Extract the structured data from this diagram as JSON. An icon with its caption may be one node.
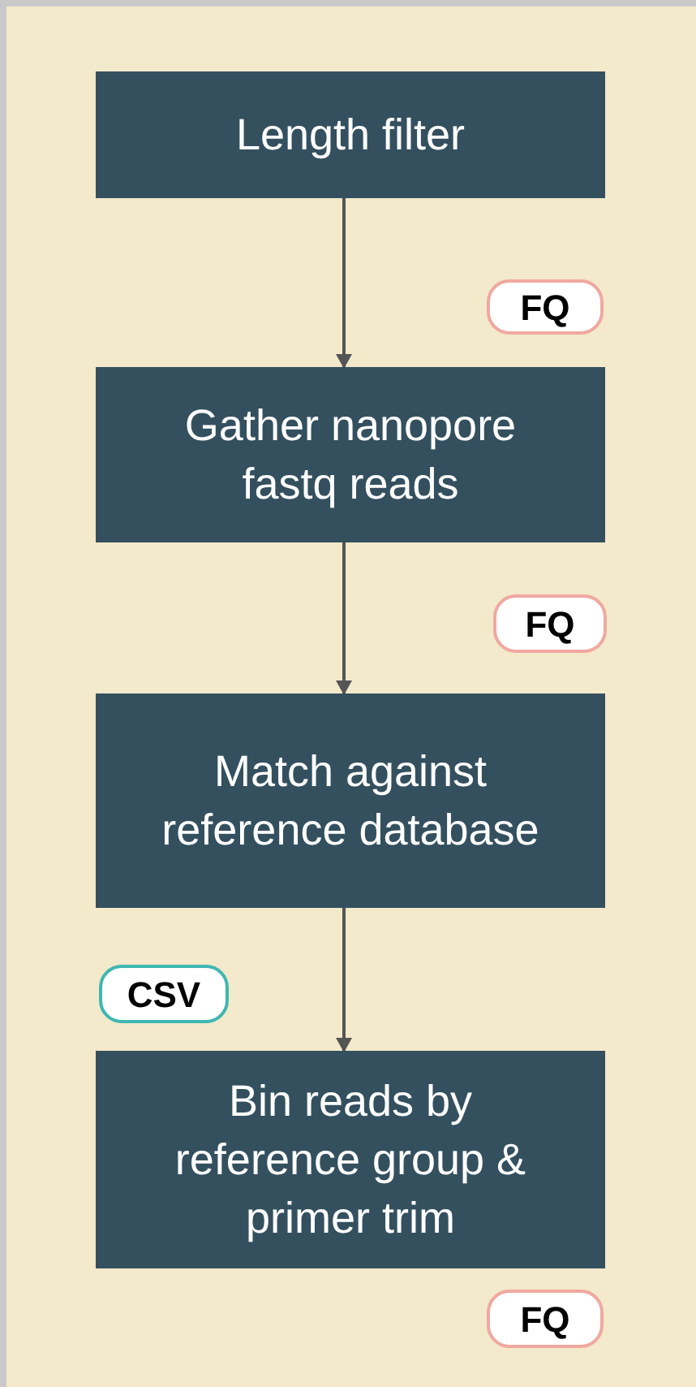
{
  "diagram": {
    "nodes": [
      {
        "text": [
          "Length filter"
        ]
      },
      {
        "text": [
          "FQ"
        ]
      },
      {
        "text": [
          "Gather nanopore fastq reads"
        ]
      },
      {
        "text": [
          "FQ"
        ]
      },
      {
        "text": [
          "Match against reference database"
        ]
      },
      {
        "text": [
          "CSV"
        ]
      },
      {
        "text": [
          "Bin reads by reference group & primer trim"
        ]
      },
      {
        "text": [
          "FQ"
        ]
      }
    ],
    "edges": [
      {
        "from": 0,
        "to": 2,
        "arrow": "to"
      },
      {
        "from": 2,
        "to": 4,
        "arrow": "to"
      },
      {
        "from": 4,
        "to": 6,
        "arrow": "to"
      }
    ]
  }
}
